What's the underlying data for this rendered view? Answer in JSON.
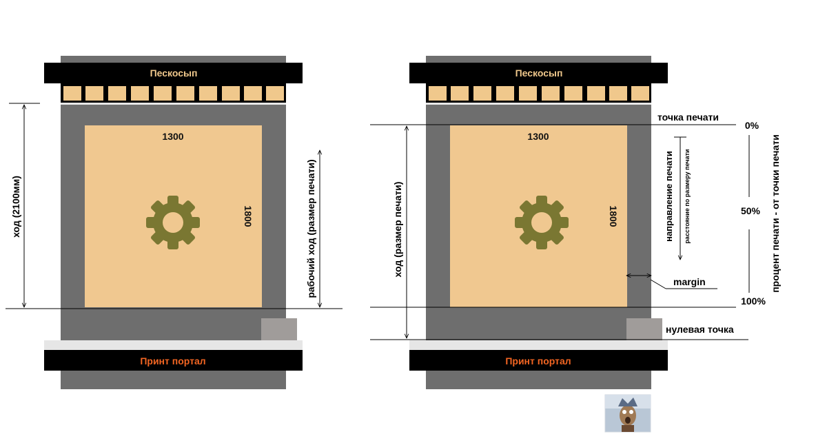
{
  "colors": {
    "frame": "#6e6e6e",
    "bar": "#000000",
    "slot": "#f0c88c",
    "plate": "#f0c890",
    "gear": "#7a7732",
    "portal_text": "#f26522",
    "top_text": "#f0c88c",
    "base": "#e6e6e6",
    "zero_block": "#a09c9a"
  },
  "left": {
    "top_label": "Пескосып",
    "width_label": "1300",
    "height_label": "1800",
    "bottom_label": "Принт портал",
    "travel_label": "ход (2100мм)",
    "work_label": "рабочий ход (размер печати)"
  },
  "right": {
    "top_label": "Пескосып",
    "width_label": "1300",
    "height_label": "1800",
    "bottom_label": "Принт портал",
    "travel_label": "ход (размер печати)",
    "print_point": "точка печати",
    "direction_label": "направление печати",
    "distance_label": "расстояние по размеру печати",
    "margin_label": "margin",
    "zero_point": "нулевая точка",
    "pct_0": "0%",
    "pct_50": "50%",
    "pct_100": "100%",
    "percent_label": "процент печати - от точки печати"
  },
  "icons": {
    "gear": "gear-icon",
    "avatar": "avatar-icon"
  }
}
